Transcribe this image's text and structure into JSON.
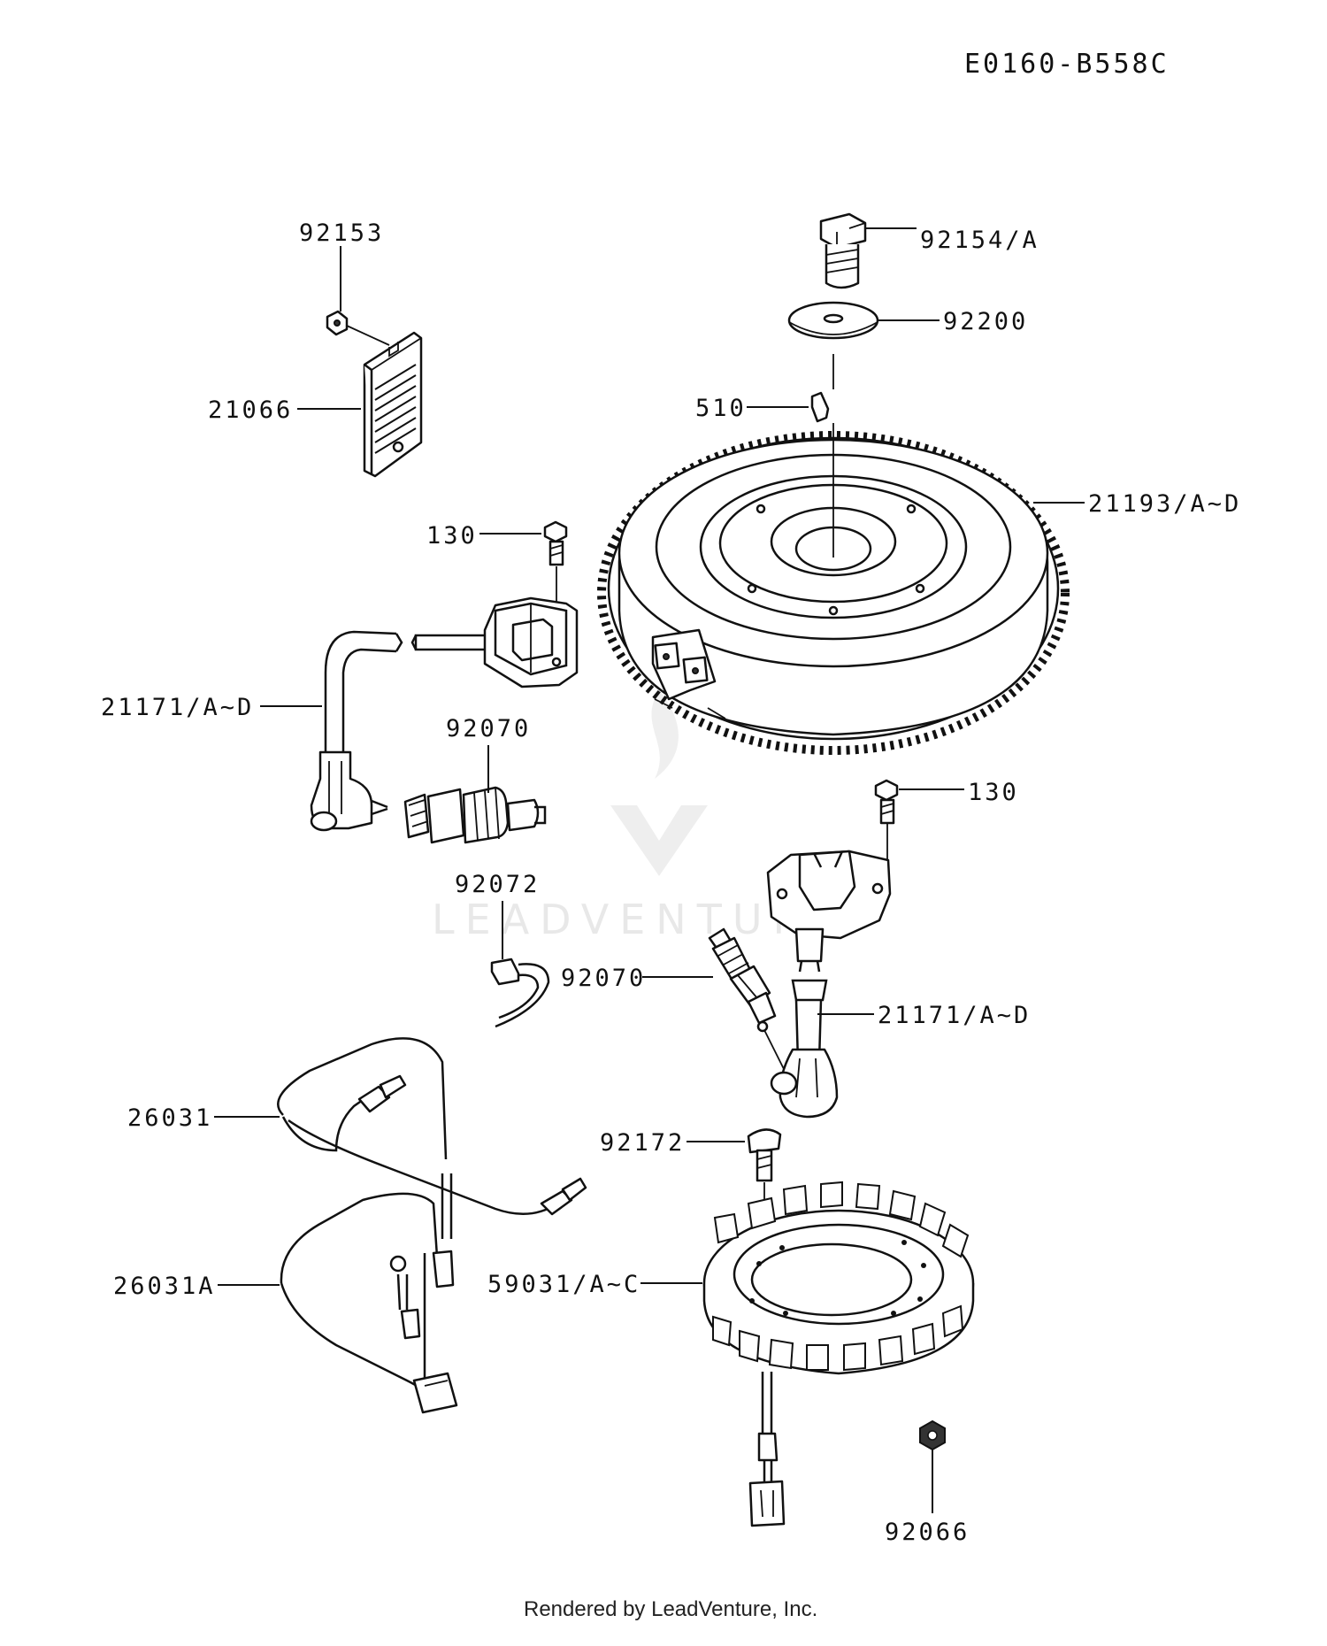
{
  "diagram": {
    "code": "E0160-B558C",
    "footer": "Rendered by LeadVenture, Inc.",
    "watermark": "LEADVENTURE",
    "labels": {
      "p92154": "92154/A",
      "p92200": "92200",
      "p510": "510",
      "p21193": "21193/A~D",
      "p92153": "92153",
      "p21066": "21066",
      "p130a": "130",
      "p21171a": "21171/A~D",
      "p92070a": "92070",
      "p92072": "92072",
      "p130b": "130",
      "p92070b": "92070",
      "p21171b": "21171/A~D",
      "p26031": "26031",
      "p26031A": "26031A",
      "p92172": "92172",
      "p59031": "59031/A~C",
      "p92066": "92066"
    }
  }
}
